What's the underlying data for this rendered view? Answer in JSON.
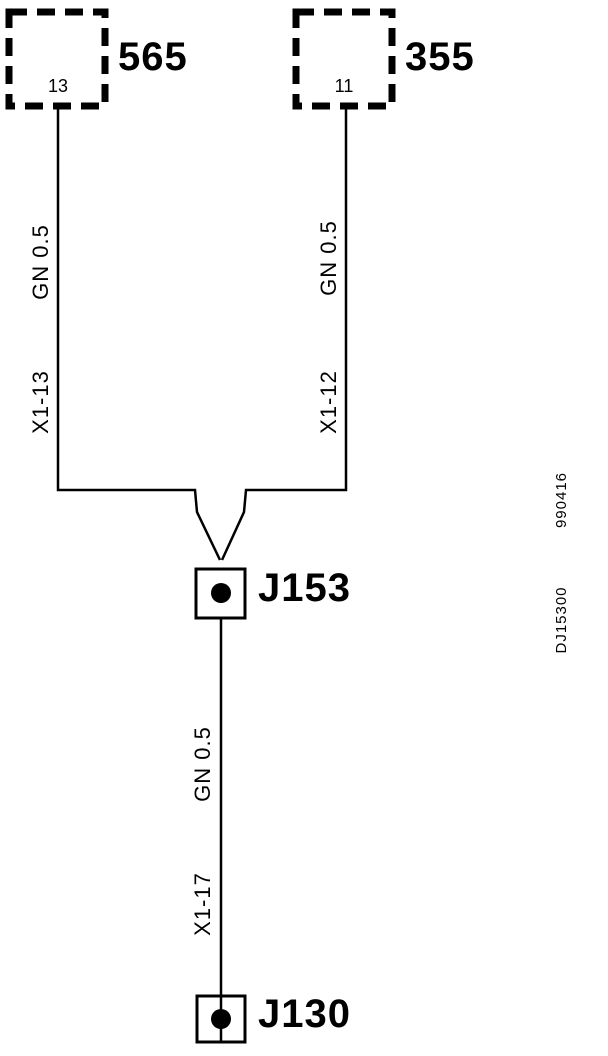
{
  "components": [
    {
      "id": "565",
      "pin": "13"
    },
    {
      "id": "355",
      "pin": "11"
    }
  ],
  "wires": [
    {
      "connector": "X1-13",
      "spec": "GN 0.5"
    },
    {
      "connector": "X1-12",
      "spec": "GN 0.5"
    },
    {
      "connector": "X1-17",
      "spec": "GN 0.5"
    }
  ],
  "junctions": [
    {
      "id": "J153"
    },
    {
      "id": "J130"
    }
  ],
  "doc": {
    "drawing_number": "DJ15300",
    "date_code": "990416"
  }
}
